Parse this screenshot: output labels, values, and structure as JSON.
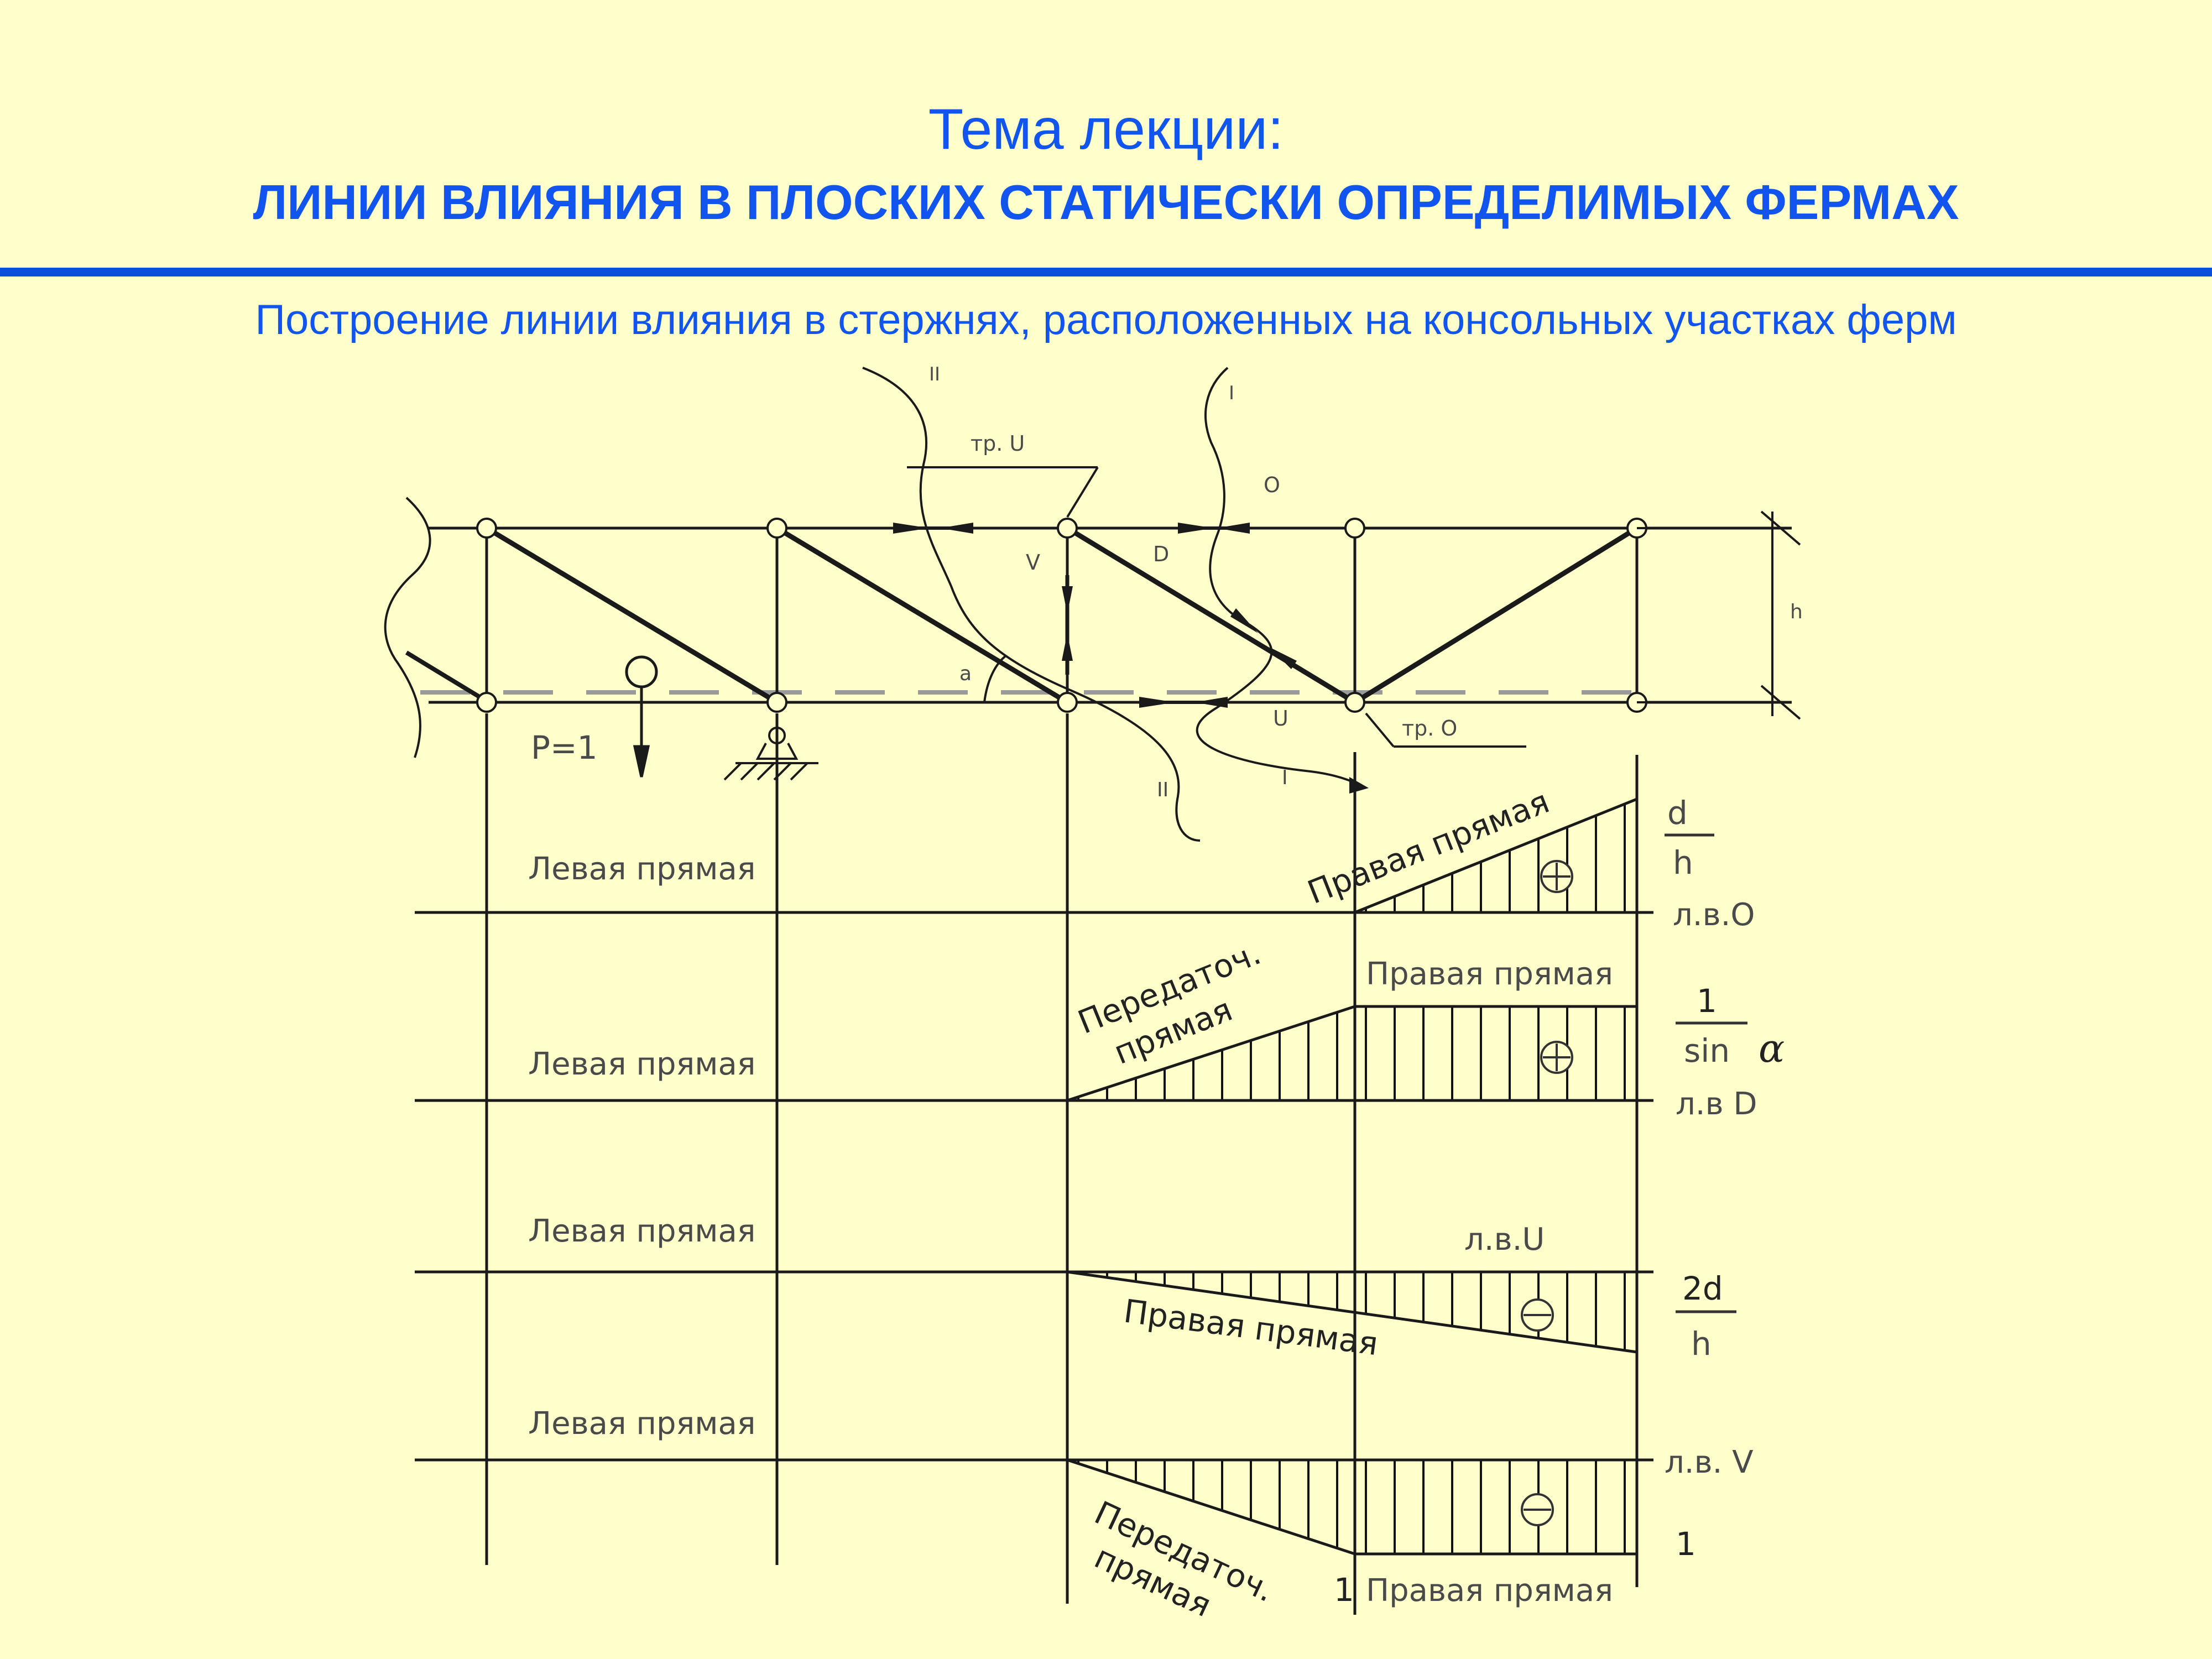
{
  "header": {
    "topic_label": "Тема лекции:",
    "topic_title": "ЛИНИИ ВЛИЯНИЯ В ПЛОСКИХ СТАТИЧЕСКИ ОПРЕДЕЛИМЫХ  ФЕРМАХ",
    "subtitle": "Построение линии влияния в стержнях, расположенных на консольных участках ферм"
  },
  "truss": {
    "section_II_top": "II",
    "section_I_top": "I",
    "section_II_bottom": "II",
    "section_I_bottom": "I",
    "label_trU": "тр.  U",
    "label_trO": "тр.  O",
    "label_O": "O",
    "label_D": "D",
    "label_V": "V",
    "label_U": "U",
    "label_a": "a",
    "label_h": "h",
    "load_label": "P=1"
  },
  "influence_lines": {
    "O": {
      "left_label": "Левая  прямая",
      "right_label": "Правая прямая",
      "sign": "⊕",
      "ord_num": "d",
      "ord_den": "h",
      "name": "л.в.O"
    },
    "D": {
      "left_label": "Левая  прямая",
      "transfer_label_1": "Передаточ.",
      "transfer_label_2": "прямая",
      "right_label": "Правая прямая",
      "sign": "⊕",
      "ord_num": "1",
      "ord_den": "sin",
      "alpha": "α",
      "name": "л.в D"
    },
    "U": {
      "left_label": "Левая  прямая",
      "name": "л.в.U",
      "right_label": "Правая прямая",
      "sign": "⊖",
      "ord_num": "2d",
      "ord_den": "h"
    },
    "V": {
      "left_label": "Левая  прямая",
      "name": "л.в. V",
      "sign": "⊖",
      "ordinate": "1",
      "transfer_label_1": "Передаточ.",
      "transfer_label_2": "прямая",
      "ordinate_bottom": "1",
      "right_label": "Правая прямая"
    }
  }
}
